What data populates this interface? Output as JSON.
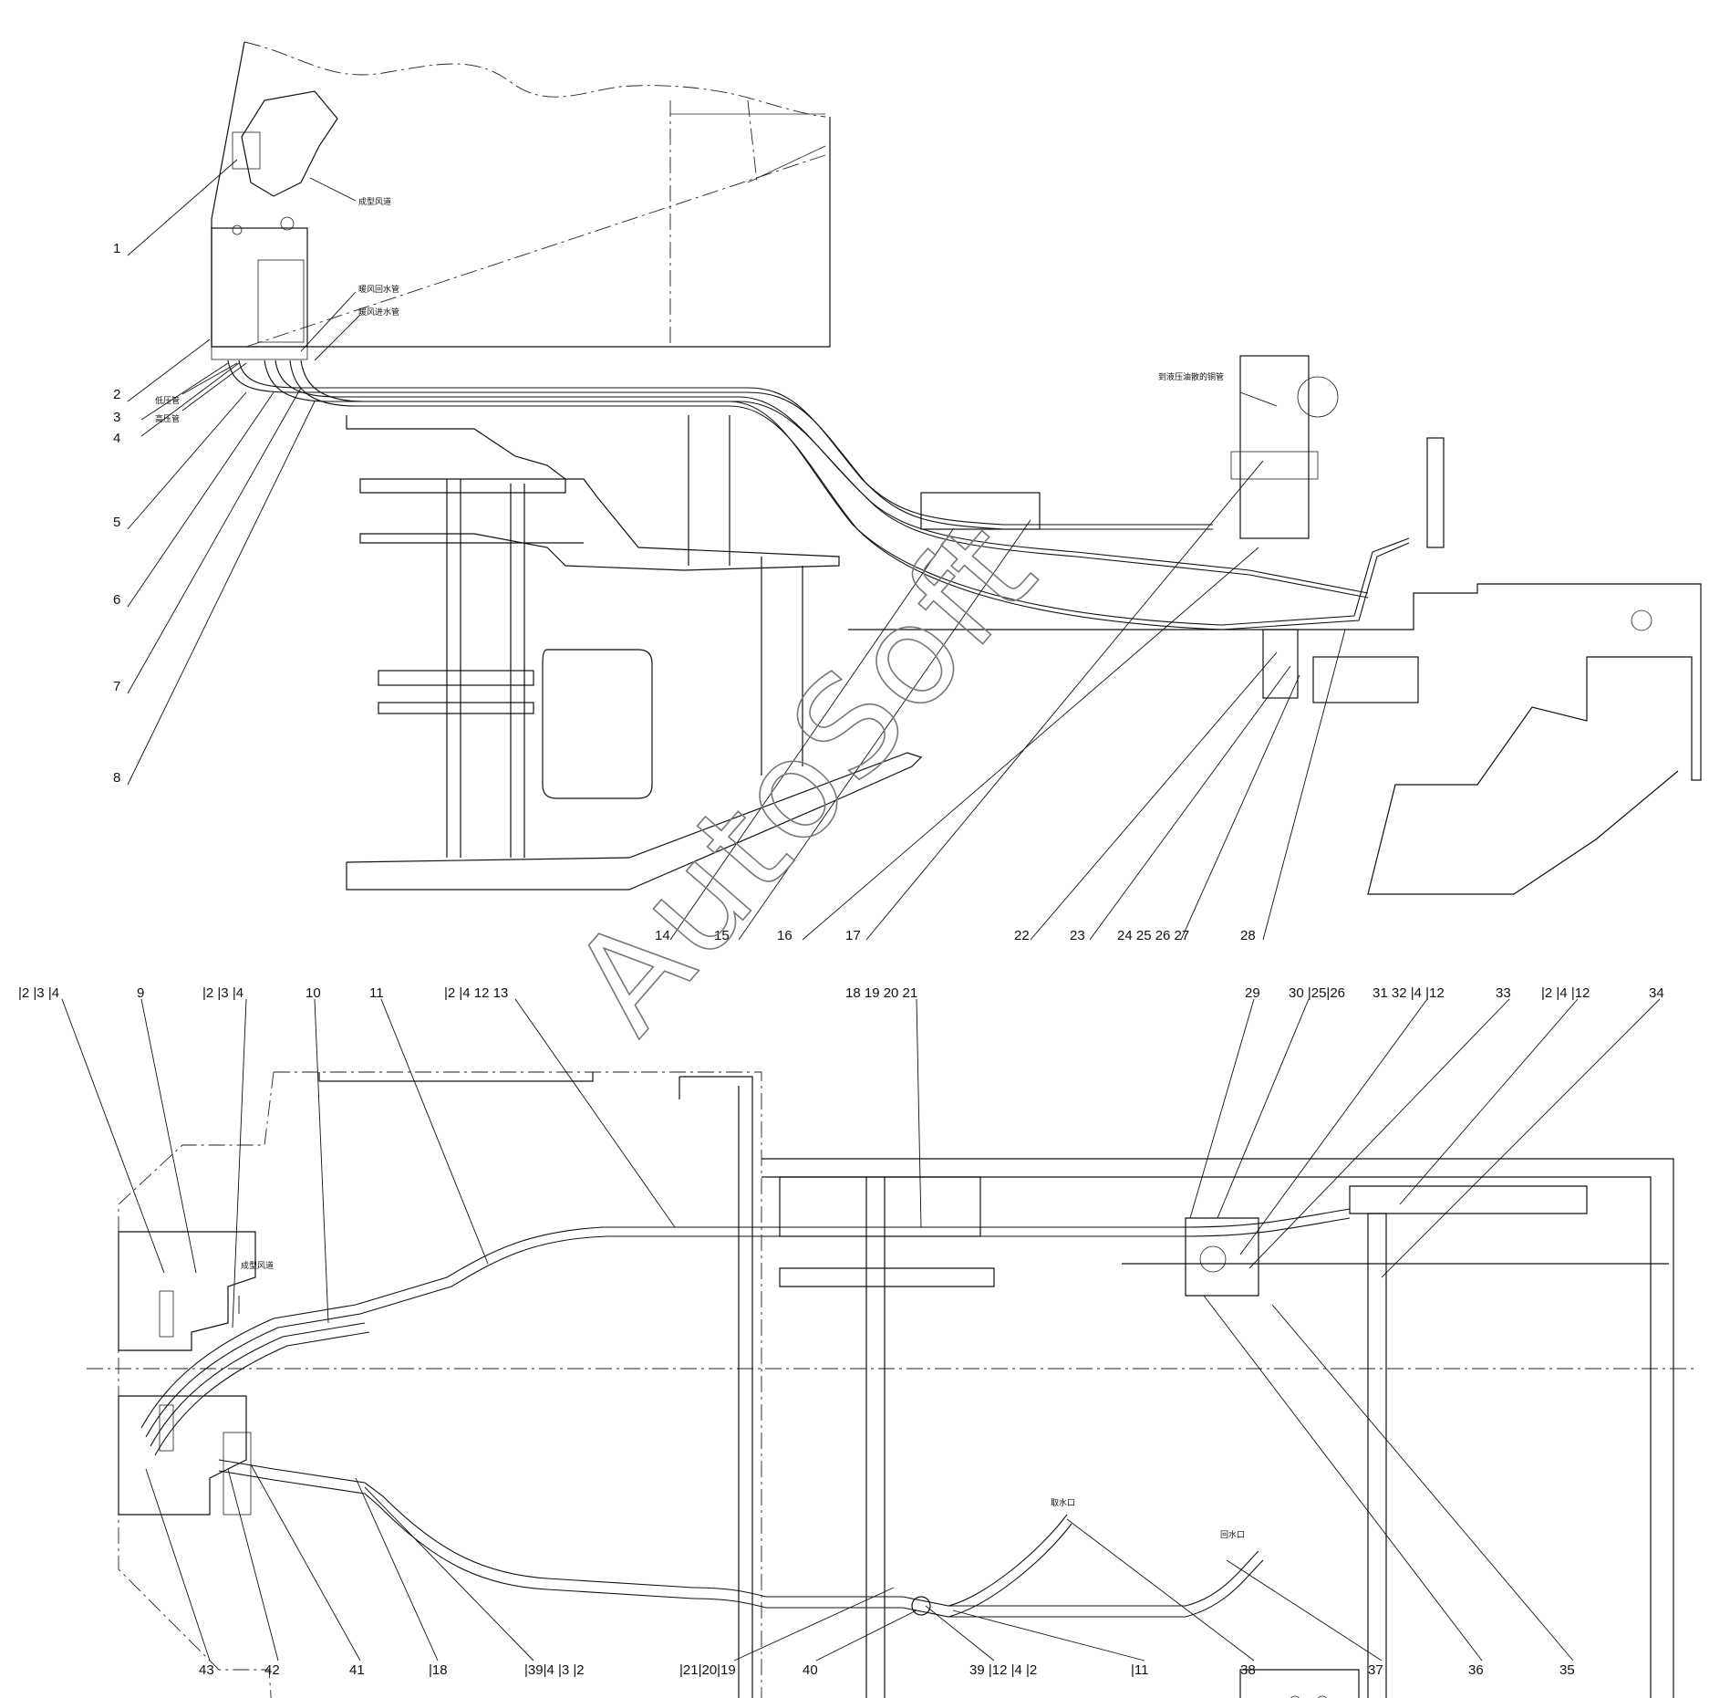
{
  "watermark": "AutoSoft",
  "chinese_annotations": {
    "top_view": {
      "duct": "成型风道",
      "return_pipe": "暖风回水管",
      "inlet_pipe": "暖风进水管",
      "low_pressure": "低压管",
      "high_pressure": "高压管",
      "to_oil_pump": "到液压油散的铜管"
    },
    "plan_view": {
      "duct": "成型风道",
      "water_outlet": "取水口",
      "water_return": "回水口"
    }
  },
  "top_view_labels": {
    "left": [
      "1",
      "2",
      "3",
      "4",
      "5",
      "6",
      "7",
      "8"
    ],
    "bottom": [
      "14",
      "15",
      "16",
      "17",
      "22",
      "23",
      "24 25 26 27",
      "28"
    ]
  },
  "plan_view_labels": {
    "top": [
      "|2 |3 |4",
      "9",
      "|2 |3 |4",
      "10",
      "11",
      "|2 |4 12 13",
      "18 19 20 21",
      "29",
      "30 |25|26",
      "31 32 |4 |12",
      "33",
      "|2 |4 |12",
      "34"
    ],
    "bottom": [
      "43",
      "42",
      "41",
      "|18",
      "|39|4 |3 |2",
      "|21|20|19",
      "40",
      "39 |12 |4 |2",
      "|11",
      "38",
      "37",
      "36",
      "35"
    ]
  }
}
